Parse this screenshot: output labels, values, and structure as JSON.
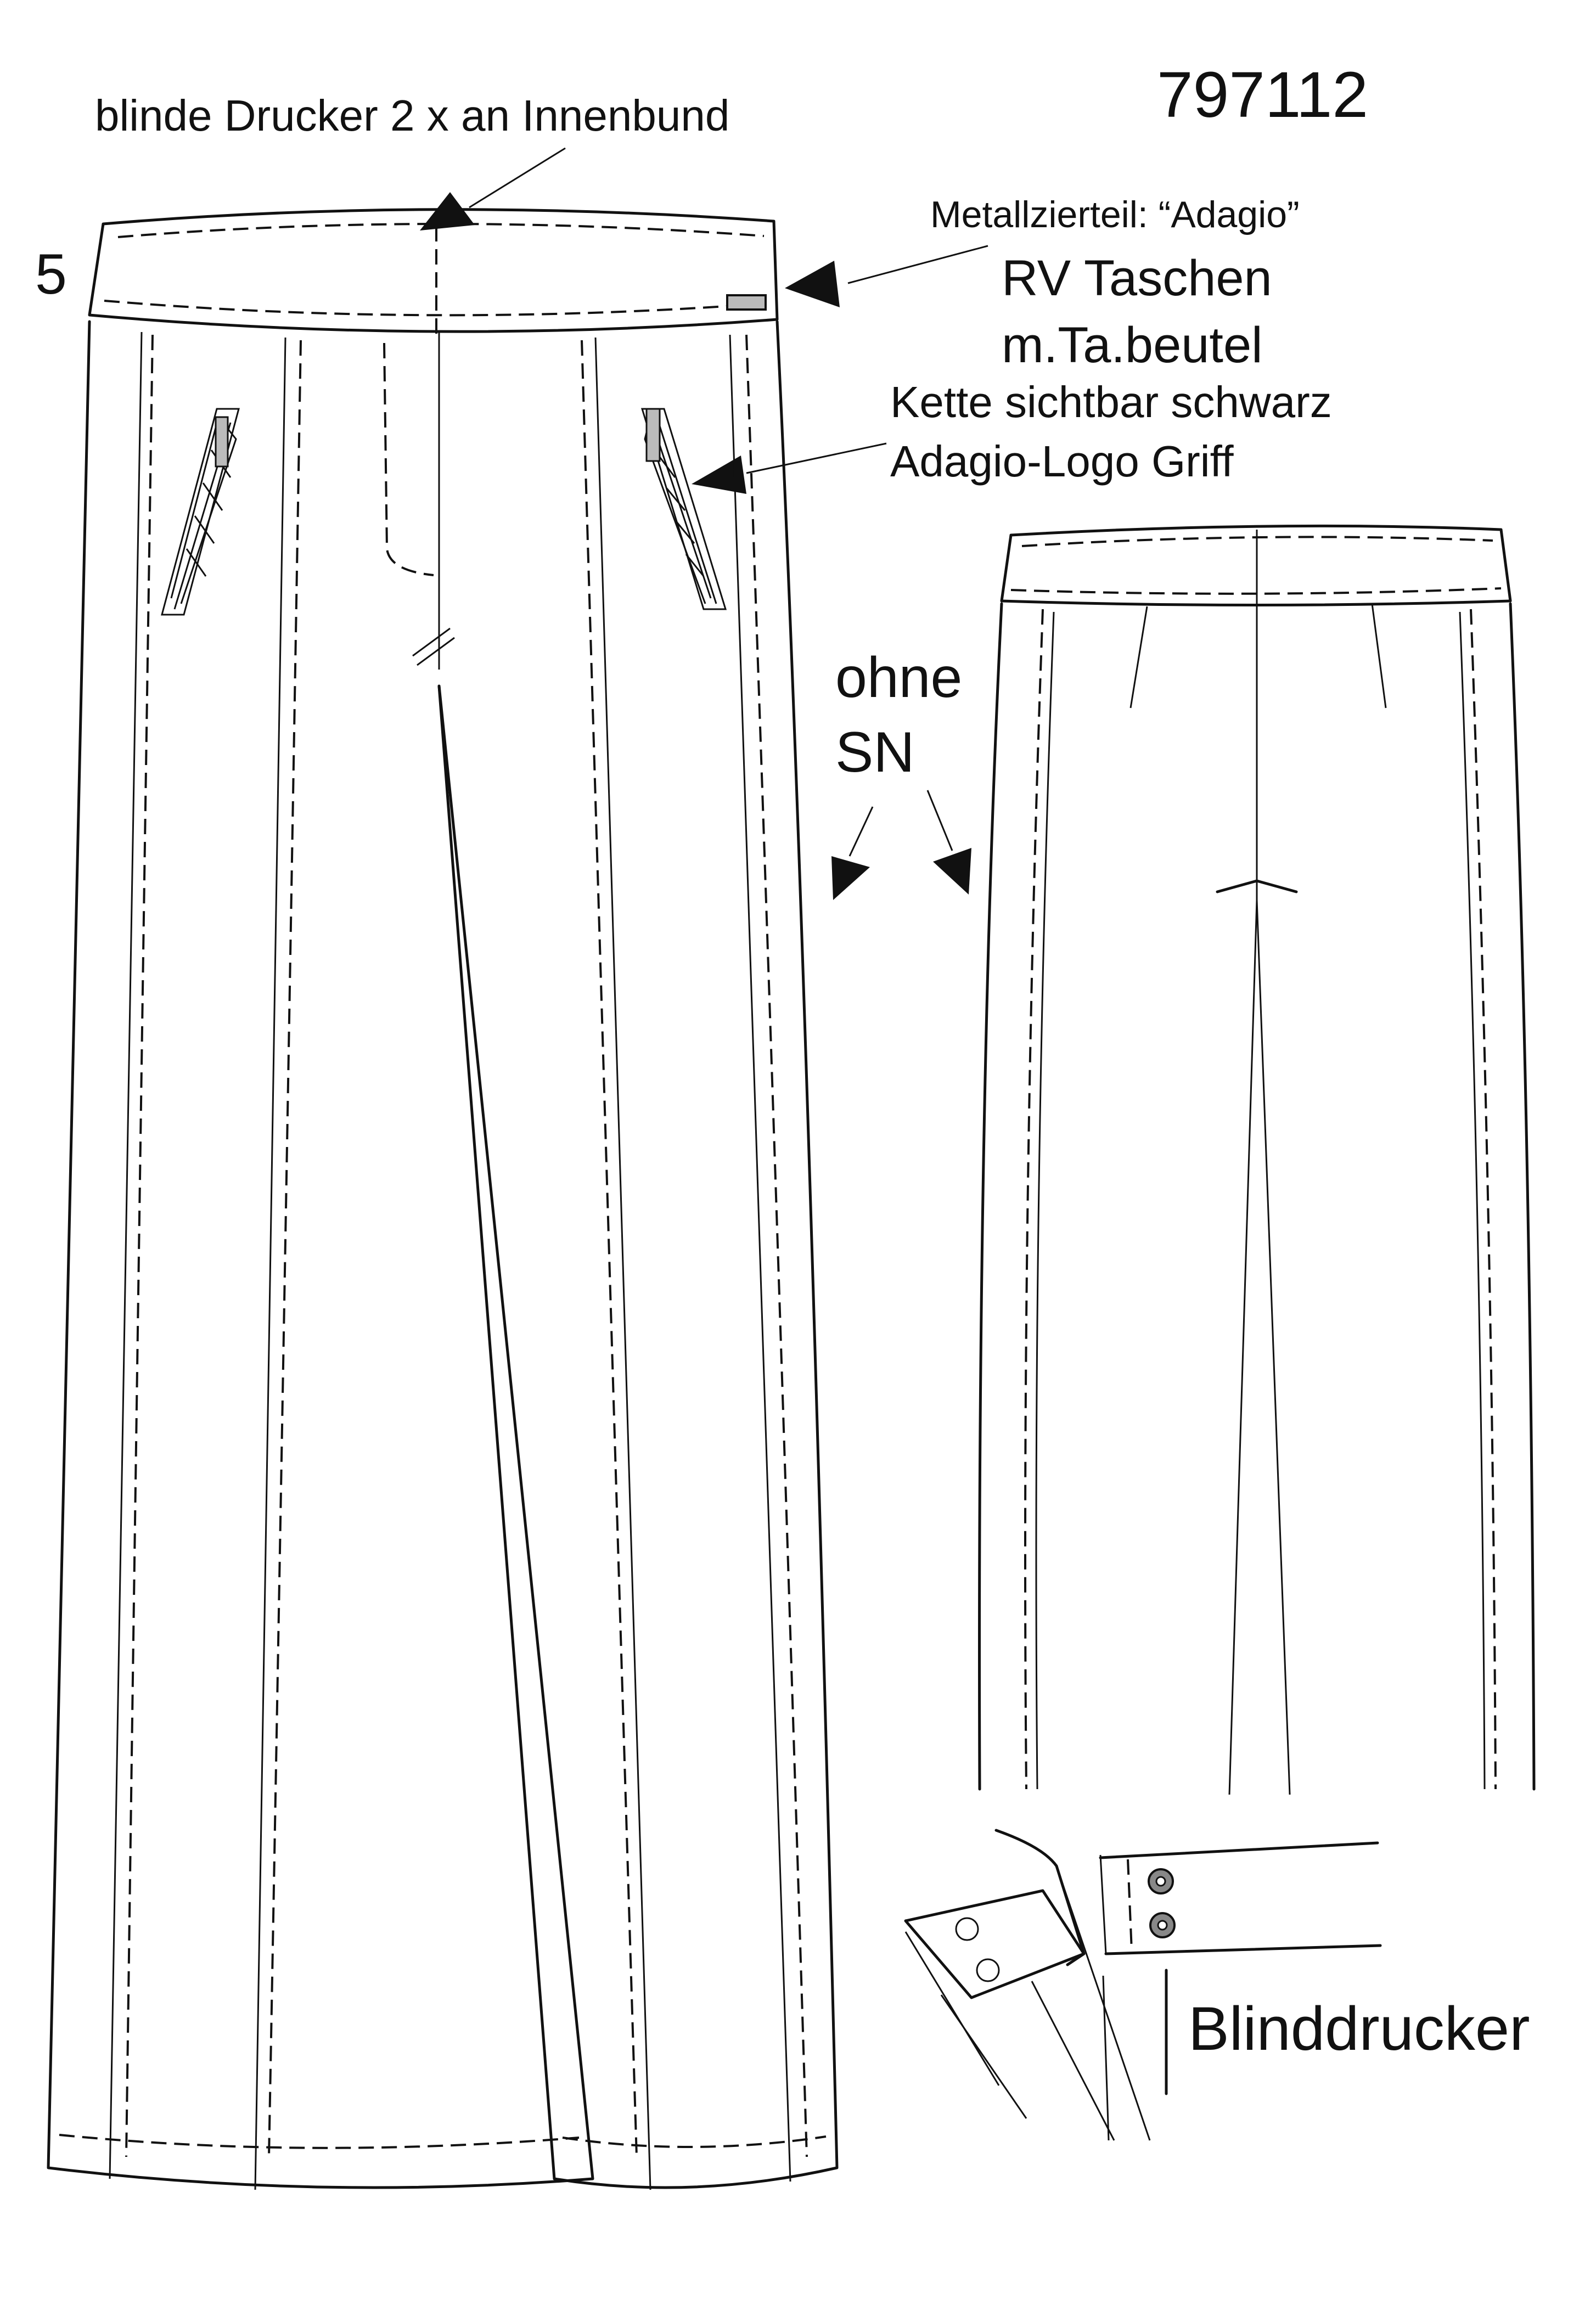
{
  "sheet": {
    "article_number": "797112",
    "size": "5"
  },
  "annotations": {
    "inner_waistband": "blinde Drucker 2 x an Innenbund",
    "metal_trim": "Metallzierteil: “Adagio”",
    "zip_pockets_line1": "RV Taschen",
    "zip_pockets_line2": "m.Ta.beutel",
    "chain_line1": "Kette sichtbar schwarz",
    "chain_line2": "Adagio-Logo Griff",
    "no_side_seam_line1": "ohne",
    "no_side_seam_line2": "SN",
    "blind_snap": "Blinddrucker"
  },
  "colors": {
    "ink": "#111111",
    "paper": "#ffffff",
    "hardware_fill": "#bbbbbb"
  },
  "icons": {
    "callout_arrow": "arrowhead",
    "snap": "press-stud"
  }
}
